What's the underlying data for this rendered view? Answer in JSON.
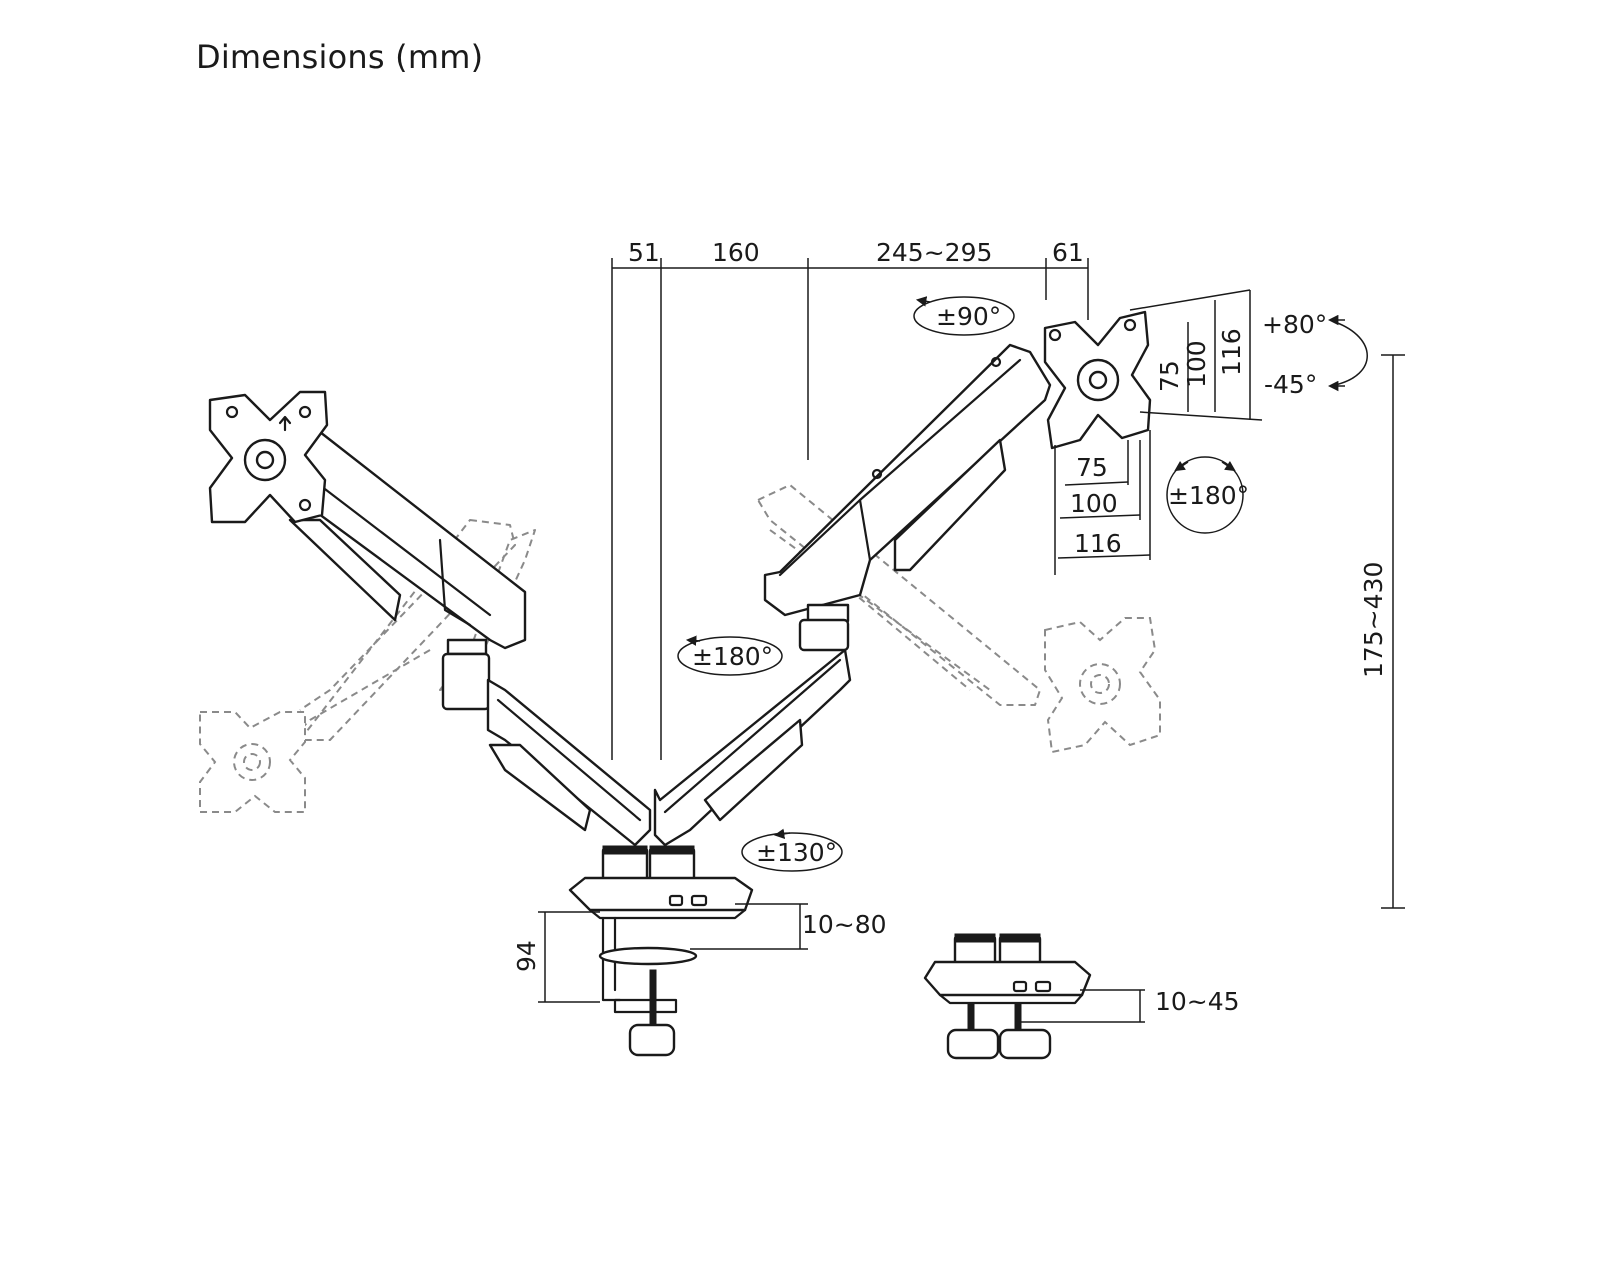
{
  "title": "Dimensions (mm)",
  "dimensions": {
    "top_offset_a": "51",
    "top_offset_b": "160",
    "arm_reach": "245~295",
    "plate_depth": "61",
    "vesa_v_75": "75",
    "vesa_v_100": "100",
    "vesa_v_116": "116",
    "vesa_h_75": "75",
    "vesa_h_100": "100",
    "vesa_h_116": "116",
    "height_range": "175~430",
    "desk_clamp_range": "10~80",
    "clamp_depth": "94",
    "grommet_range": "10~45"
  },
  "rotations": {
    "swivel_top": "±90°",
    "tilt_up": "+80°",
    "tilt_down": "-45°",
    "rotation_plate": "±180°",
    "rotation_mid": "±180°",
    "rotation_base": "±130°"
  },
  "colors": {
    "line": "#1a1a1a",
    "ghost": "#8a8a8a",
    "background": "#ffffff"
  }
}
